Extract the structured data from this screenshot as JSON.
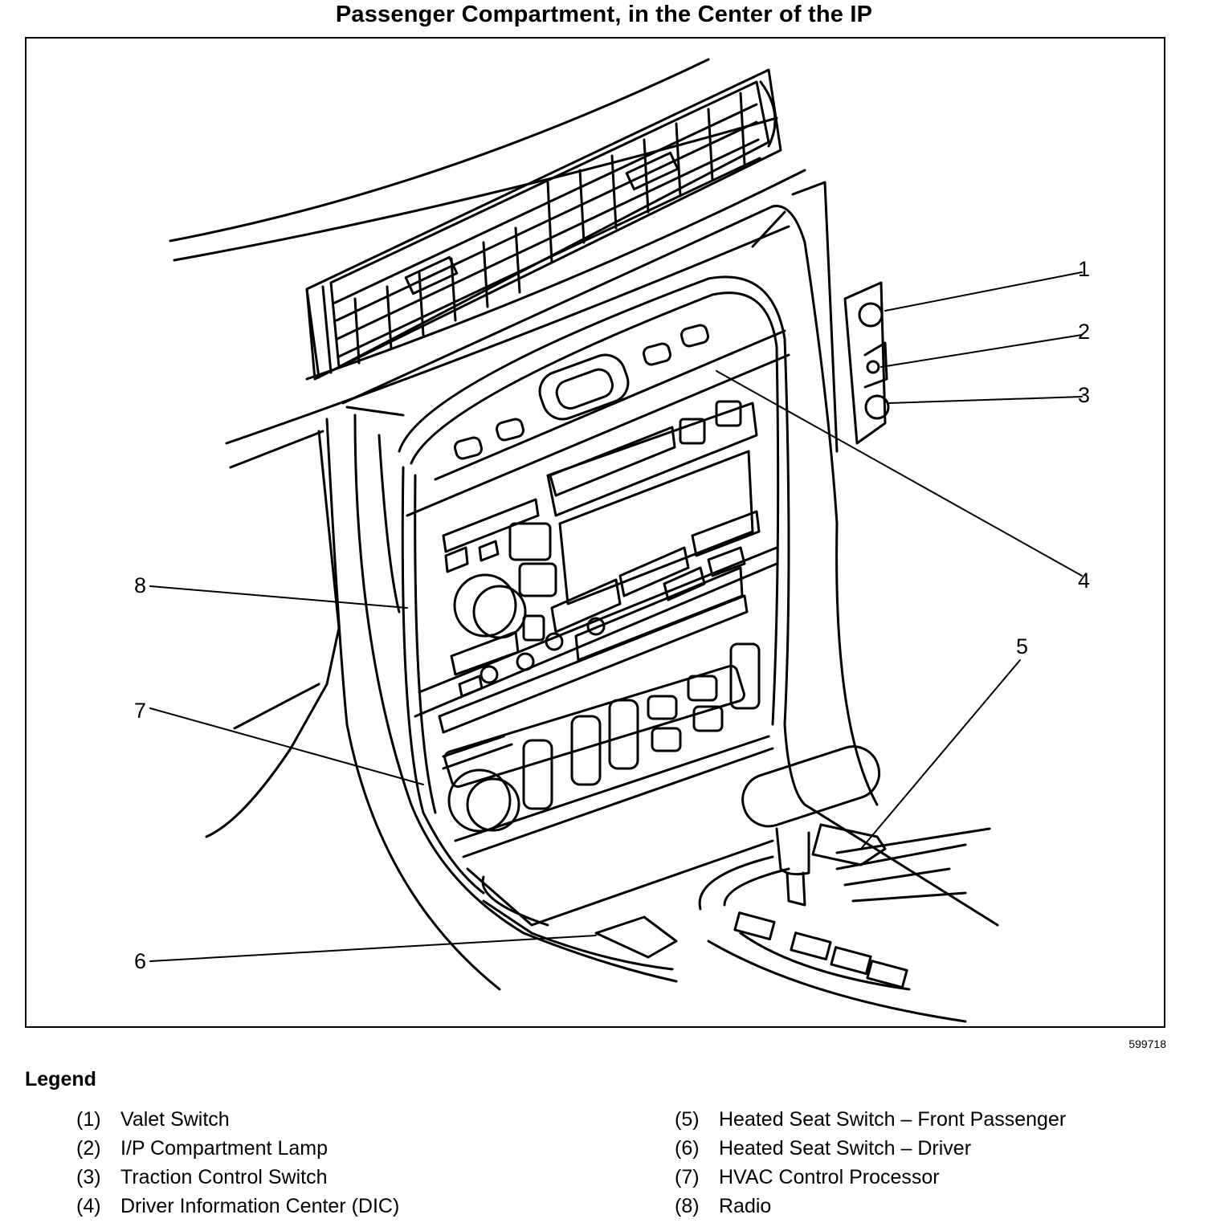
{
  "title": "Passenger Compartment, in the Center of the IP",
  "figure_id": "599718",
  "callouts": [
    "1",
    "2",
    "3",
    "4",
    "5",
    "6",
    "7",
    "8"
  ],
  "legend": {
    "title": "Legend",
    "items": [
      {
        "num": "(1)",
        "label": "Valet Switch"
      },
      {
        "num": "(2)",
        "label": "I/P Compartment Lamp"
      },
      {
        "num": "(3)",
        "label": "Traction Control Switch"
      },
      {
        "num": "(4)",
        "label": "Driver Information Center (DIC)"
      },
      {
        "num": "(5)",
        "label": "Heated Seat Switch – Front Passenger"
      },
      {
        "num": "(6)",
        "label": "Heated Seat Switch – Driver"
      },
      {
        "num": "(7)",
        "label": "HVAC Control Processor"
      },
      {
        "num": "(8)",
        "label": "Radio"
      }
    ]
  }
}
